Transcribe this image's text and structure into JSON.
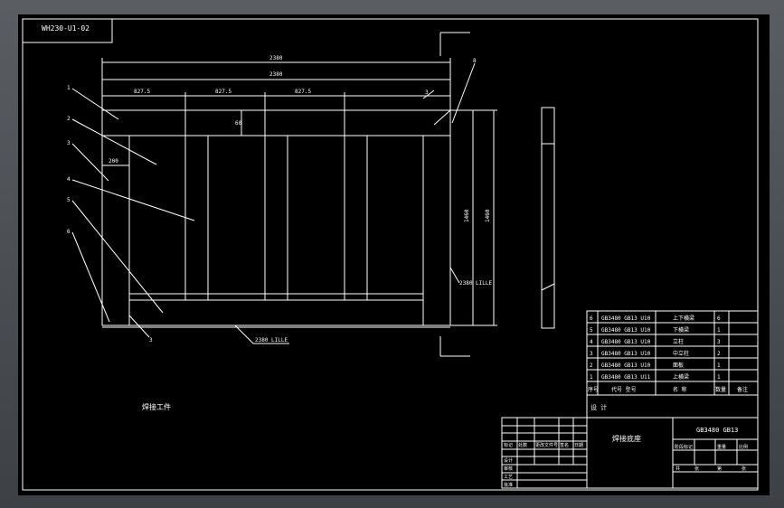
{
  "drawing_code": "WH230-U1-02",
  "dims": {
    "overall_width_1": "2380",
    "overall_width_2": "2380",
    "bay_1": "827.5",
    "bay_2": "827.5",
    "bay_3": "827.5",
    "bay_height": "60",
    "side_width": "200",
    "height_1": "1460",
    "height_2": "1460",
    "weld_bottom": "2380 LILLE",
    "weld_right": "2380 LILLE",
    "weld_symbol_1": "3",
    "weld_symbol_2": "3"
  },
  "balloons": [
    "1",
    "2",
    "3",
    "4",
    "5",
    "6",
    "8"
  ],
  "note": "焊接工件",
  "parts_table": {
    "rows": [
      {
        "no": "6",
        "code": "GB3480 GB13 U10",
        "name": "上下横梁",
        "qty": "6"
      },
      {
        "no": "5",
        "code": "GB3480 GB13 U10",
        "name": "下横梁",
        "qty": "1"
      },
      {
        "no": "4",
        "code": "GB3480 GB13 U10",
        "name": "立柱",
        "qty": "3"
      },
      {
        "no": "3",
        "code": "GB3480 GB13 U10",
        "name": "中立柱",
        "qty": "2"
      },
      {
        "no": "2",
        "code": "GB3480 GB13 U10",
        "name": "面板",
        "qty": "1"
      },
      {
        "no": "1",
        "code": "GB3480 GB13 U11",
        "name": "上横梁",
        "qty": "1"
      }
    ],
    "header": {
      "no": "序号",
      "code": "代号 型号",
      "name": "名 称",
      "qty": "数量",
      "note": "备注"
    }
  },
  "title_block": {
    "design_label": "设 计",
    "title": "焊接底座",
    "material": "GB3480 GB13",
    "left_rows": [
      "标记",
      "设计",
      "审核",
      "工艺",
      "批准"
    ],
    "left_header": [
      "处数",
      "更改文件号",
      "签名",
      "日期"
    ],
    "right_labels": [
      "阶段标记",
      "重量",
      "比例"
    ],
    "sheet_labels": [
      "共",
      "张",
      "第",
      "张"
    ]
  }
}
